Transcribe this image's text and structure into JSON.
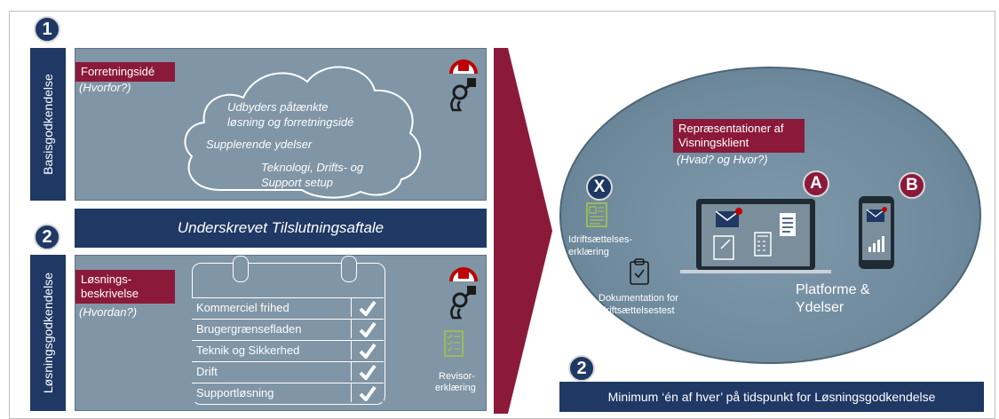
{
  "badges": {
    "step1": "1",
    "step2_left": "2",
    "step2_right": "2"
  },
  "basis": {
    "side_label": "Basisgodkendelse",
    "title_label": "Forretningsidé",
    "subtitle": "(Hvorfor?)",
    "cloud_lines": [
      "Udbyders påtænkte",
      "løsning og forretningsidé"
    ],
    "cloud_supp": "Supplerende ydelser",
    "cloud_tech": [
      "Teknologi, Drifts- og",
      "Support setup"
    ]
  },
  "agreement_bar": "Underskrevet Tilslutningsaftale",
  "loesning": {
    "side_label": "Løsningsgodkendelse",
    "title_lines": [
      "Løsnings-",
      "beskrivelse"
    ],
    "subtitle": "(Hvordan?)",
    "checklist": [
      "Kommerciel frihed",
      "Brugergrænsefladen",
      "Teknik og Sikkerhed",
      "Drift",
      "Supportløsning"
    ],
    "revisor": [
      "Revisor-",
      "erklæring"
    ]
  },
  "ellipse": {
    "title_lines": [
      "Repræsentationer af",
      "Visningsklient"
    ],
    "subtitle": "(Hvad? og Hvor?)",
    "markers": {
      "x": "X",
      "a": "A",
      "b": "B"
    },
    "idrift": [
      "Idriftsættelses-",
      "erklæring"
    ],
    "dokumentation": [
      "Dokumentation for",
      "idriftsættelsestest"
    ],
    "platform": [
      "Platforme &",
      "Ydelser"
    ]
  },
  "minimum_bar": "Minimum ‘én af hver’ på tidspunkt for Løsningsgodkendelse",
  "colors": {
    "navy": "#1f3864",
    "crimson": "#8b1a3a",
    "panel": "#8095a5",
    "ellipse": "#7790a3",
    "green": "#9bbb59"
  }
}
